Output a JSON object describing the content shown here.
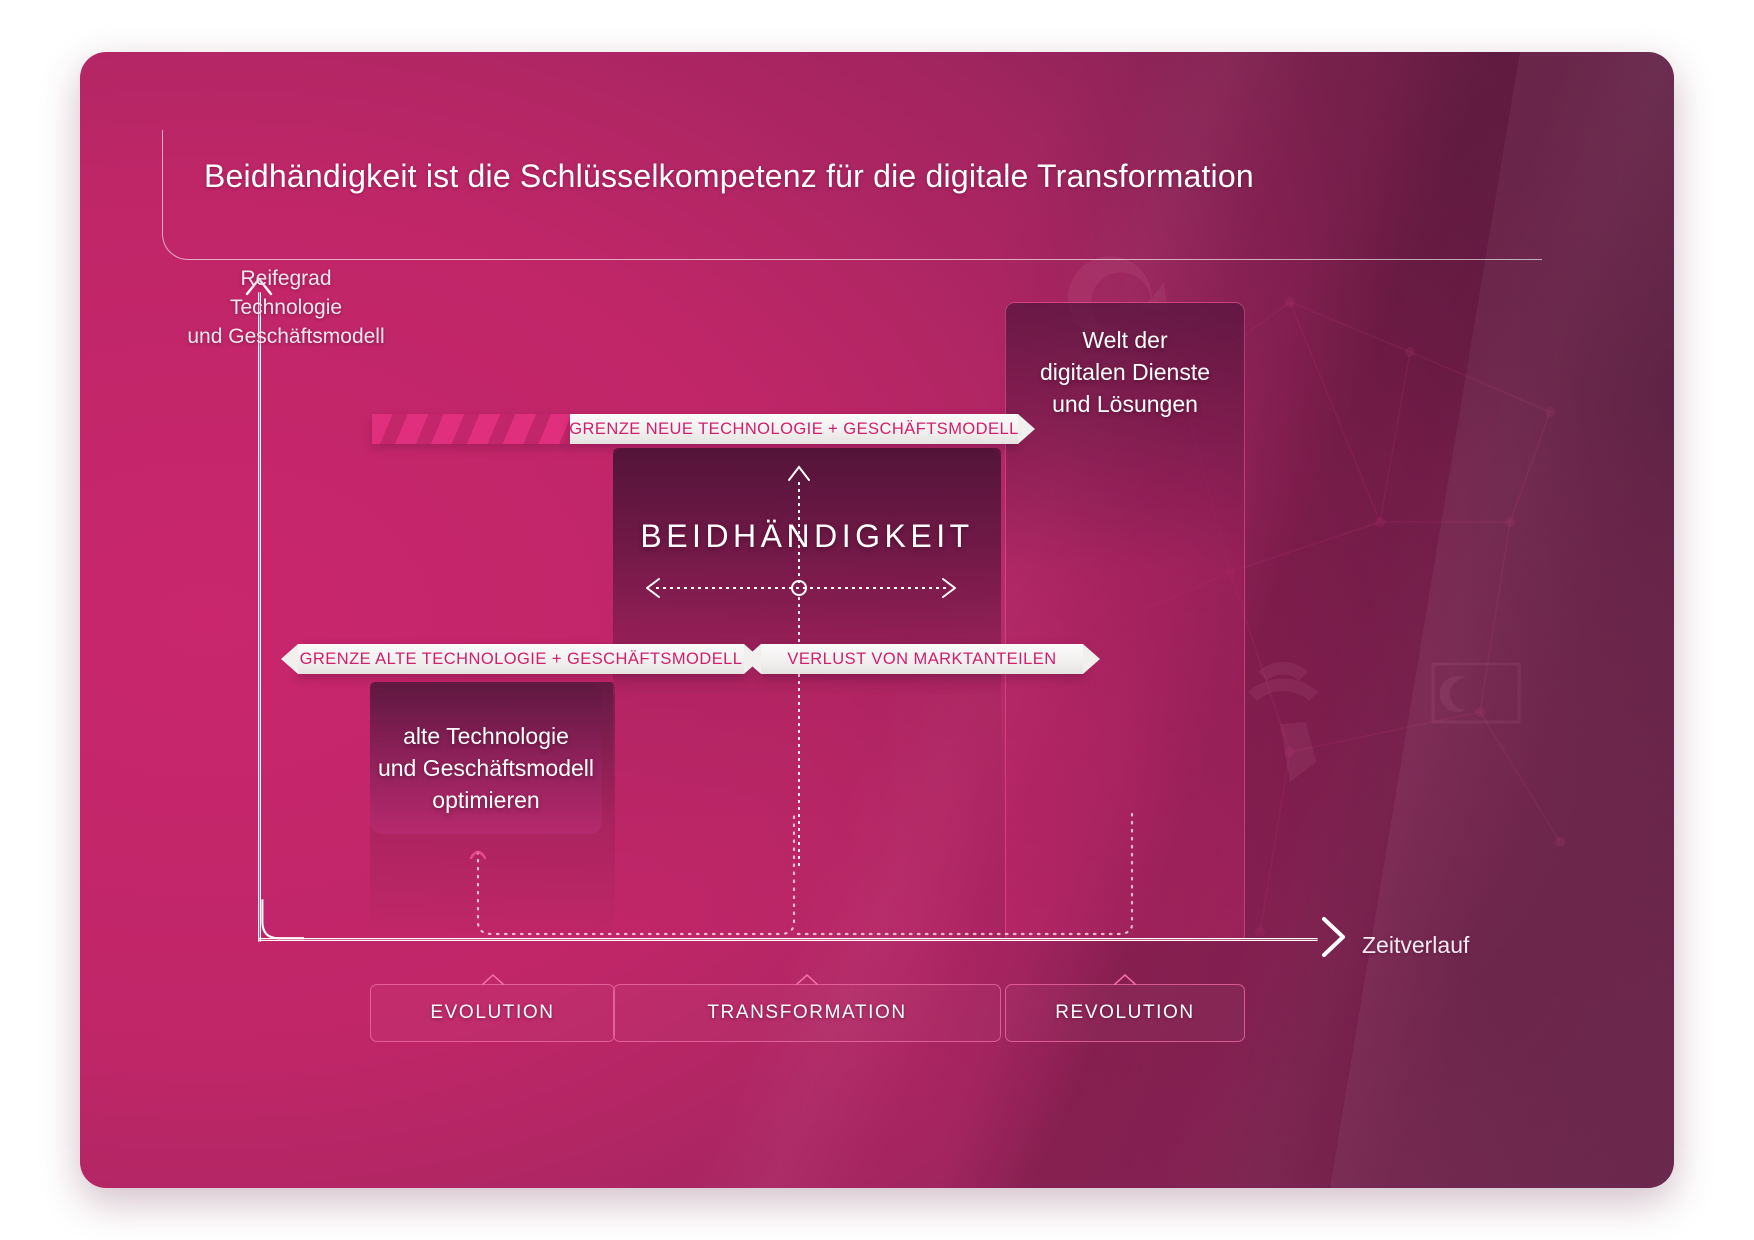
{
  "card": {
    "title": "Beidhändigkeit ist die Schlüsselkompetenz für die digitale Transformation",
    "accent_magenta": "#cf1f6c",
    "accent_deep": "#5c1f42",
    "banner_bg": "#f2f0ef"
  },
  "axes": {
    "y_label": "Reifegrad\nTechnologie\nund Geschäftsmodell",
    "y_label_lines": [
      "Reifegrad",
      "Technologie",
      "und Geschäftsmodell"
    ],
    "x_label": "Zeitverlauf"
  },
  "banners": [
    {
      "id": "new-boundary",
      "text": "GRENZE NEUE TECHNOLOGIE + GESCHÄFTSMODELL"
    },
    {
      "id": "old-boundary",
      "text": "GRENZE ALTE TECHNOLOGIE + GESCHÄFTSMODELL"
    },
    {
      "id": "market-loss",
      "text": "VERLUST VON MARKTANTEILEN"
    }
  ],
  "center": {
    "ambidexterity_label": "BEIDHÄNDIGKEIT"
  },
  "boxes": {
    "old_tech_lines": [
      "alte Technologie",
      "und Geschäftsmodell",
      "optimieren"
    ],
    "old_tech": "alte Technologie und Geschäftsmodell optimieren",
    "new_world_lines": [
      "Welt der",
      "digitalen Dienste",
      "und Lösungen"
    ],
    "new_world": "Welt der digitalen Dienste und Lösungen"
  },
  "phases": [
    {
      "label": "EVOLUTION"
    },
    {
      "label": "TRANSFORMATION"
    },
    {
      "label": "REVOLUTION"
    }
  ],
  "icons": {
    "y_arrow": "arrow-up-icon",
    "x_arrow": "chevron-right-icon",
    "node": "node-circle-icon",
    "hatch": "hatched-stripes-icon"
  }
}
